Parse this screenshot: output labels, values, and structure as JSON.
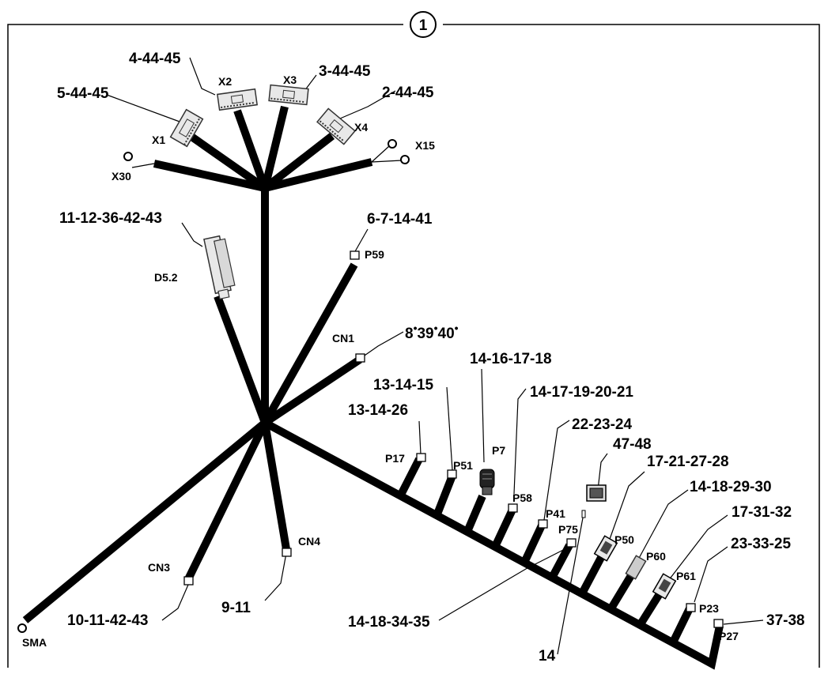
{
  "figure_number": "1",
  "colors": {
    "wire": "#000000",
    "connector_fill": "#e8e8e8",
    "connector_stroke": "#333333"
  },
  "connector_labels": {
    "x1": "X1",
    "x2": "X2",
    "x3": "X3",
    "x4": "X4",
    "x15": "X15",
    "x30": "X30",
    "d52": "D5.2",
    "p59": "P59",
    "cn1": "CN1",
    "p17": "P17",
    "p51": "P51",
    "p7": "P7",
    "p58": "P58",
    "p41": "P41",
    "p75": "P75",
    "p50": "P50",
    "p60": "P60",
    "p61": "P61",
    "p23": "P23",
    "p27": "P27",
    "cn4": "CN4",
    "cn3": "CN3",
    "sma": "SMA"
  },
  "reference_labels": {
    "x1": "5-44-45",
    "x2": "4-44-45",
    "x3": "3-44-45",
    "x4": "2-44-45",
    "d52": "11-12-36-42-43",
    "p59": "6-7-14-41",
    "cn1_a": "8",
    "cn1_b": "39",
    "cn1_c": "40",
    "p7": "14-16-17-18",
    "p51": "13-14-15",
    "p17": "13-14-26",
    "p58": "14-17-19-20-21",
    "p41": "22-23-24",
    "part_4748": "47-48",
    "p50": "17-21-27-28",
    "p60": "14-18-29-30",
    "p61": "17-31-32",
    "p23": "23-33-25",
    "p27": "37-38",
    "p75": "14-18-34-35",
    "part_14": "14",
    "cn4": "9-11",
    "cn3": "10-11-42-43"
  }
}
